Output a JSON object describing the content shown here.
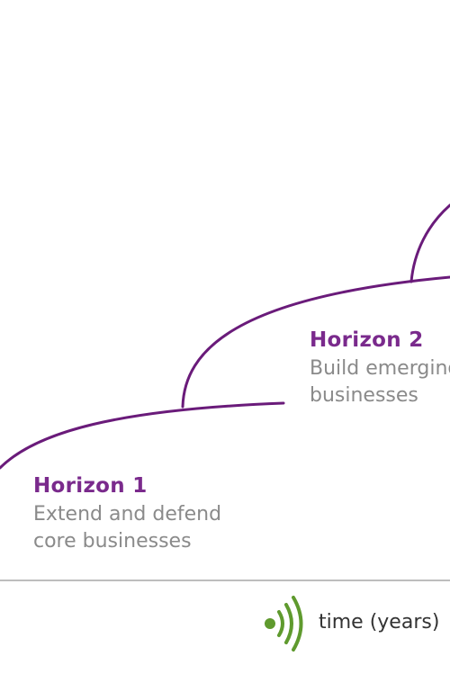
{
  "horizons": [
    {
      "title": "Horizon 1",
      "description_lines": [
        "Extend and defend",
        "core businesses"
      ]
    },
    {
      "title": "Horizon 2",
      "description_lines": [
        "Build emerging",
        "businesses"
      ]
    }
  ],
  "axis": {
    "label": "time (years)",
    "icon": "signal-waves-icon"
  },
  "colors": {
    "curve": "#6a1b7a",
    "title": "#7a2a8c",
    "description": "#8a8a8a",
    "axis_line": "#bdbdbd",
    "icon": "#5f9a2e"
  }
}
